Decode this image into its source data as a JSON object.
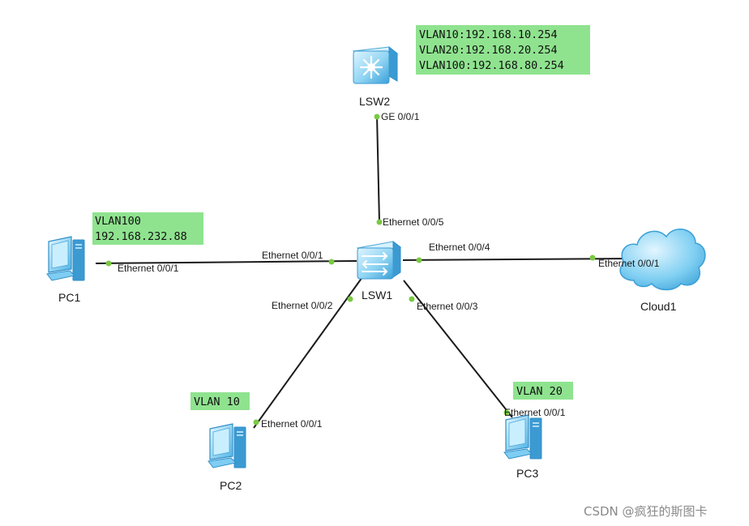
{
  "colors": {
    "link": "#1a1a1a",
    "port_dot": "#7ac943",
    "note_bg": "#8fe38f",
    "device_light": "#bfe9fb",
    "device_mid": "#6fc6ee",
    "device_dark": "#2f8fc9",
    "cloud_fill": "#5fc0ee",
    "watermark": "#8a8a8a"
  },
  "nodes": {
    "lsw2": {
      "label": "LSW2",
      "icon": "l3-switch-icon"
    },
    "lsw1": {
      "label": "LSW1",
      "icon": "l2-switch-icon"
    },
    "pc1": {
      "label": "PC1",
      "icon": "pc-icon"
    },
    "pc2": {
      "label": "PC2",
      "icon": "pc-icon"
    },
    "pc3": {
      "label": "PC3",
      "icon": "pc-icon"
    },
    "cloud1": {
      "label": "Cloud1",
      "icon": "cloud-icon"
    }
  },
  "ports": {
    "lsw2_ge001": "GE 0/0/1",
    "lsw1_e005": "Ethernet 0/0/5",
    "lsw1_e001": "Ethernet 0/0/1",
    "lsw1_e002": "Ethernet 0/0/2",
    "lsw1_e003": "Ethernet 0/0/3",
    "lsw1_e004": "Ethernet 0/0/4",
    "pc1_e001": "Ethernet 0/0/1",
    "pc2_e001": "Ethernet 0/0/1",
    "pc3_e001": "Ethernet 0/0/1",
    "cloud1_e001": "Ethernet 0/0/1"
  },
  "notes": {
    "lsw2": [
      "VLAN10:192.168.10.254",
      "VLAN20:192.168.20.254",
      "VLAN100:192.168.80.254"
    ],
    "pc1": [
      "VLAN100",
      "192.168.232.88"
    ],
    "pc2": [
      "VLAN 10"
    ],
    "pc3": [
      "VLAN 20"
    ]
  },
  "watermark": "CSDN @疯狂的斯图卡"
}
